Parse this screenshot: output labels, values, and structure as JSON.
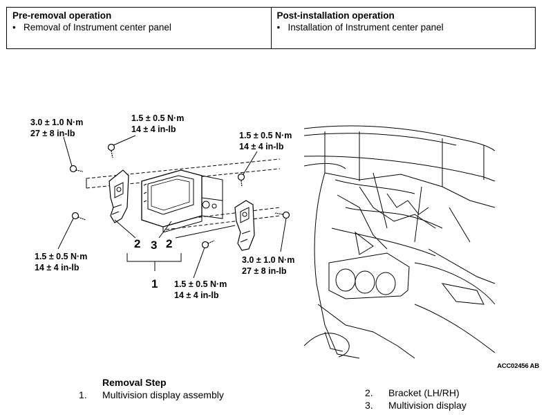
{
  "operations": {
    "pre": {
      "heading": "Pre-removal operation",
      "item": "Removal of Instrument center panel"
    },
    "post": {
      "heading": "Post-installation operation",
      "item": "Installation of Instrument center panel"
    },
    "bullet": "•"
  },
  "torques": {
    "t_top_left": {
      "nm": "3.0 ± 1.0 N·m",
      "inlb": "27 ± 8 in-lb"
    },
    "t_top_mid": {
      "nm": "1.5 ± 0.5 N·m",
      "inlb": "14 ± 4 in-lb"
    },
    "t_top_right": {
      "nm": "1.5 ± 0.5 N·m",
      "inlb": "14 ± 4 in-lb"
    },
    "t_bottom_left": {
      "nm": "1.5 ± 0.5 N·m",
      "inlb": "14 ± 4 in-lb"
    },
    "t_right": {
      "nm": "3.0 ± 1.0 N·m",
      "inlb": "27 ± 8 in-lb"
    },
    "t_bottom_mid": {
      "nm": "1.5 ± 0.5 N·m",
      "inlb": "14 ± 4 in-lb"
    }
  },
  "callouts": {
    "c2a": "2",
    "c3": "3",
    "c2b": "2",
    "c1": "1"
  },
  "figure_code": "ACC02456 AB",
  "removal_steps": {
    "title": "Removal Step",
    "items": [
      {
        "num": "1.",
        "label": "Multivision display assembly"
      },
      {
        "num": "2.",
        "label": "Bracket (LH/RH)"
      },
      {
        "num": "3.",
        "label": "Multivision display"
      }
    ]
  }
}
